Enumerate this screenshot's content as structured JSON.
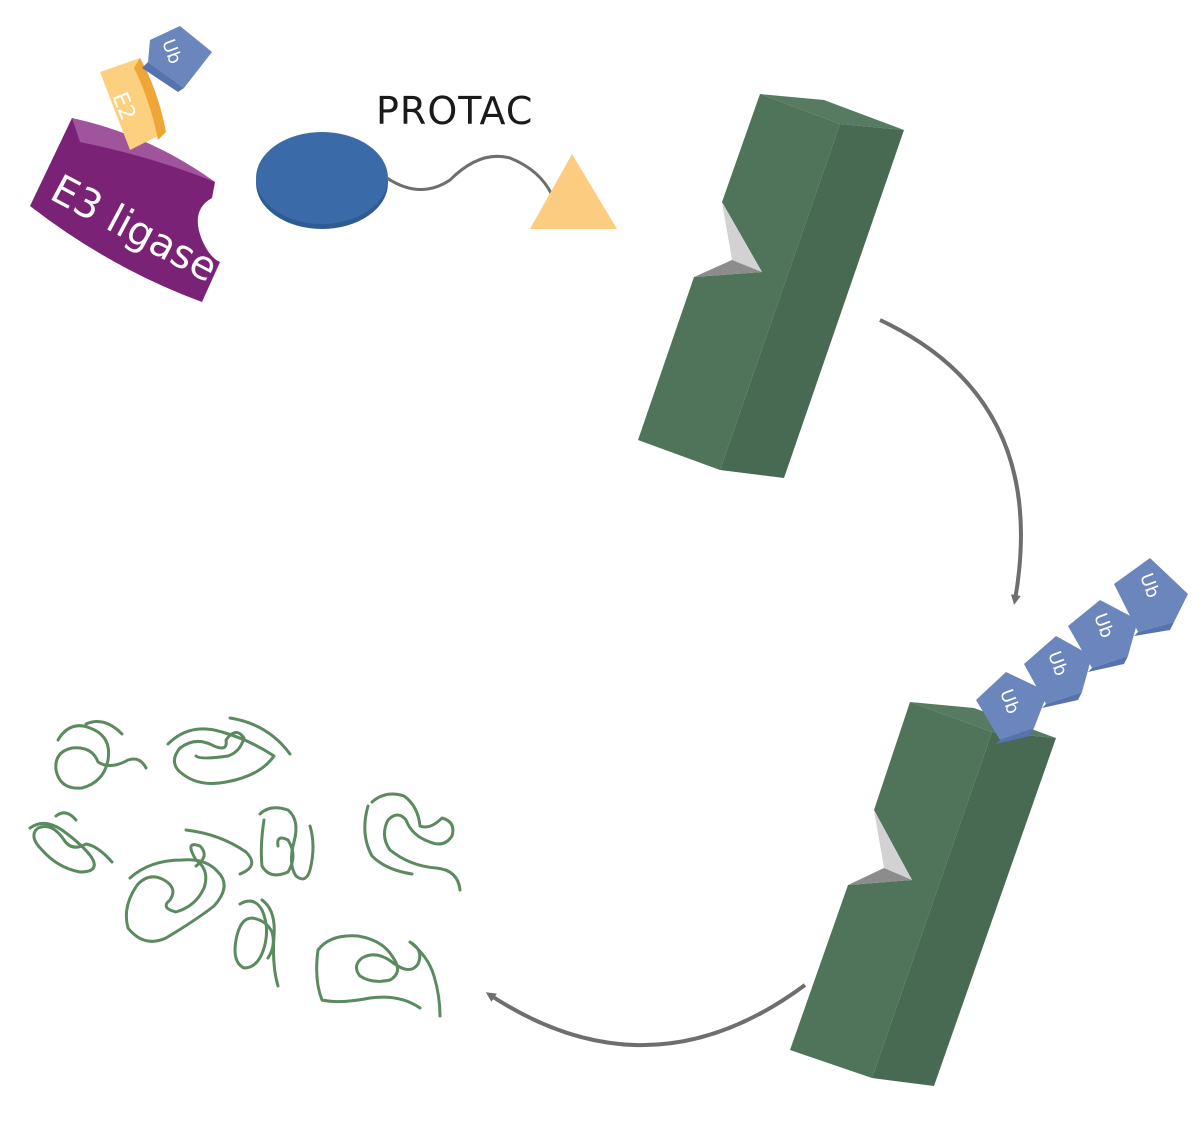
{
  "labels": {
    "protac": "PROTAC",
    "e3_ligase": "E3 ligase",
    "e2": "E2",
    "ub": "Ub"
  },
  "colors": {
    "e3_ligase": "#7a2275",
    "e3_ligase_top": "#a0549c",
    "e2": "#fcd07e",
    "e2_side": "#eea636",
    "ub": "#6b85bd",
    "ub_dark": "#5673ad",
    "protac_oval": "#3a6ba8",
    "protac_triangle": "#fccc80",
    "target_front": "#4f7459",
    "target_side": "#486a52",
    "notch_light": "#d2d2d2",
    "notch_dark": "#8c8c8c",
    "degraded": "#5b8a5f",
    "arrow": "#6e6e6e"
  },
  "icons": {
    "e3": "e3-ligase-icon",
    "e2": "e2-icon",
    "ub": "ubiquitin-icon",
    "protac": "protac-molecule-icon",
    "target": "target-protein-icon",
    "degraded": "degraded-peptide-icon",
    "arrow": "cycle-arrow-icon"
  }
}
